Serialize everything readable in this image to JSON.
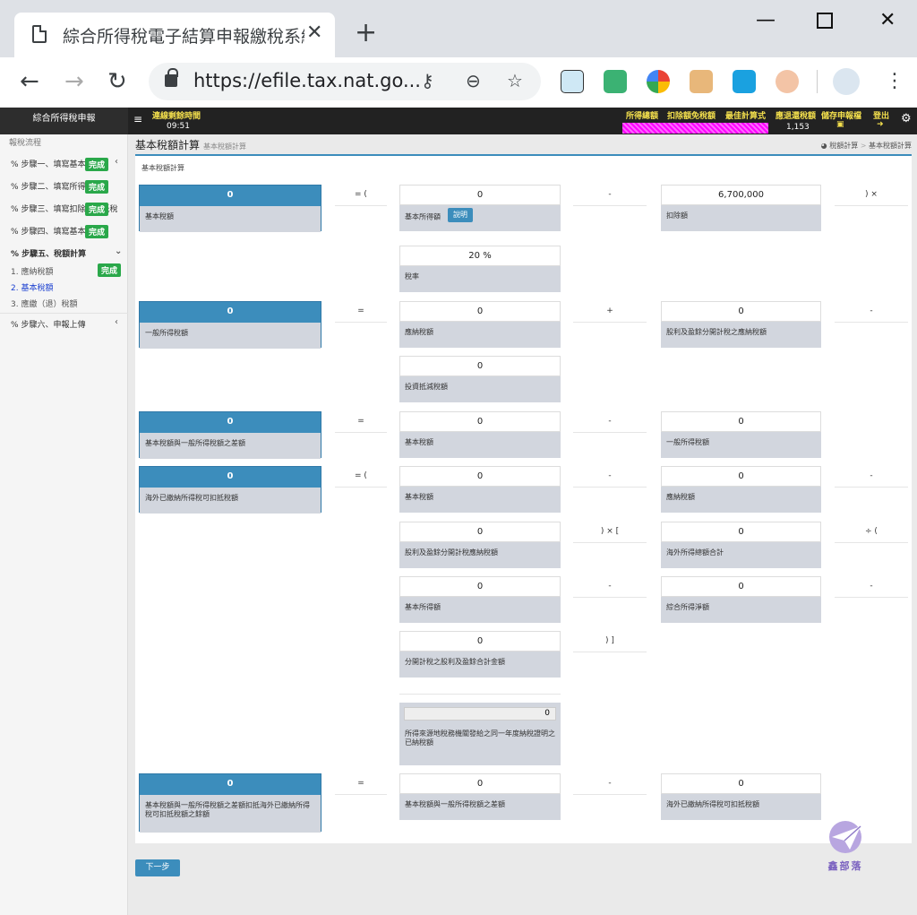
{
  "browser": {
    "tab_title": "綜合所得稅電子結算申報繳稅系統",
    "url": "https://efile.tax.nat.go...",
    "new_tab": "+",
    "close_tab": "✕"
  },
  "header": {
    "brand": "綜合所得稅申報",
    "menu_icon": "≡",
    "time_label": "連線剩餘時間",
    "time_value": "09:51",
    "links": [
      "所得總額",
      "扣除額免稅額",
      "最佳計算式",
      "應退還稅額"
    ],
    "refund_value": "1,153",
    "save_label": "儲存申報檔",
    "logout_label": "登出"
  },
  "sidebar": {
    "heading": "報稅流程",
    "steps": [
      {
        "label": "步驟一、填寫基本資料",
        "badge": "完成"
      },
      {
        "label": "步驟二、填寫所得資料",
        "badge": "完成"
      },
      {
        "label": "步驟三、填寫扣除額及抵稅",
        "badge": "完成"
      },
      {
        "label": "步驟四、填寫基本所得",
        "badge": "完成"
      },
      {
        "label": "步驟五、稅額計算",
        "badge": ""
      },
      {
        "label": "步驟六、申報上傳",
        "badge": ""
      }
    ],
    "substeps": [
      {
        "label": "1. 應納稅額",
        "badge": "完成"
      },
      {
        "label": "2. 基本稅額",
        "badge": ""
      },
      {
        "label": "3. 應繳（退）稅額",
        "badge": ""
      }
    ]
  },
  "page": {
    "title": "基本稅額計算",
    "subtitle": "基本稅額計算",
    "breadcrumb": [
      "稅額計算",
      "基本稅額計算"
    ],
    "panel_heading": "基本稅額計算",
    "help_button": "說明",
    "next_button": "下一步"
  },
  "rows": {
    "r1": {
      "result": {
        "value": "0",
        "label": "基本稅額"
      },
      "op1": "= (",
      "a": {
        "value": "0",
        "label": "基本所得額"
      },
      "op2": "-",
      "b": {
        "value": "6,700,000",
        "label": "扣除額"
      },
      "op3": ") ×"
    },
    "r1b": {
      "a": {
        "value": "20 %",
        "label": "稅率"
      }
    },
    "r2": {
      "result": {
        "value": "0",
        "label": "一般所得稅額"
      },
      "op1": "=",
      "a": {
        "value": "0",
        "label": "應納稅額"
      },
      "op2": "+",
      "b": {
        "value": "0",
        "label": "股利及盈餘分開計稅之應納稅額"
      },
      "op3": "-"
    },
    "r2b": {
      "a": {
        "value": "0",
        "label": "投資抵減稅額"
      }
    },
    "r3": {
      "result": {
        "value": "0",
        "label": "基本稅額與一般所得稅額之差額"
      },
      "op1": "=",
      "a": {
        "value": "0",
        "label": "基本稅額"
      },
      "op2": "-",
      "b": {
        "value": "0",
        "label": "一般所得稅額"
      }
    },
    "r4": {
      "result": {
        "value": "0",
        "label": "海外已繳納所得稅可扣抵稅額"
      },
      "op1": "= (",
      "a": {
        "value": "0",
        "label": "基本稅額"
      },
      "op2": "-",
      "b": {
        "value": "0",
        "label": "應納稅額"
      },
      "op3": "-"
    },
    "r4b": {
      "a": {
        "value": "0",
        "label": "股利及盈餘分開計稅應納稅額"
      },
      "op2": ") × [",
      "b": {
        "value": "0",
        "label": "海外所得總額合計"
      },
      "op3": "÷ ("
    },
    "r4c": {
      "a": {
        "value": "0",
        "label": "基本所得額"
      },
      "op2": "-",
      "b": {
        "value": "0",
        "label": "綜合所得淨額"
      },
      "op3": "-"
    },
    "r4d": {
      "a": {
        "value": "0",
        "label": "分開計稅之股利及盈餘合計金額"
      },
      "op2": ") ]"
    },
    "r4e": {
      "a": {
        "value": "0",
        "label": "所得來源地稅務機關發給之同一年度納稅證明之已納稅額"
      }
    },
    "r5": {
      "result": {
        "value": "0",
        "label": "基本稅額與一般所得稅額之差額扣抵海外已繳納所得稅可扣抵稅額之餘額"
      },
      "op1": "=",
      "a": {
        "value": "0",
        "label": "基本稅額與一般所得稅額之差額"
      },
      "op2": "-",
      "b": {
        "value": "0",
        "label": "海外已繳納所得稅可扣抵稅額"
      }
    }
  },
  "watermark": "鑫部落",
  "colors": {
    "primary": "#3c8dbc",
    "success": "#2aa84a",
    "header": "#222222",
    "highlight": "#ff00ff"
  }
}
